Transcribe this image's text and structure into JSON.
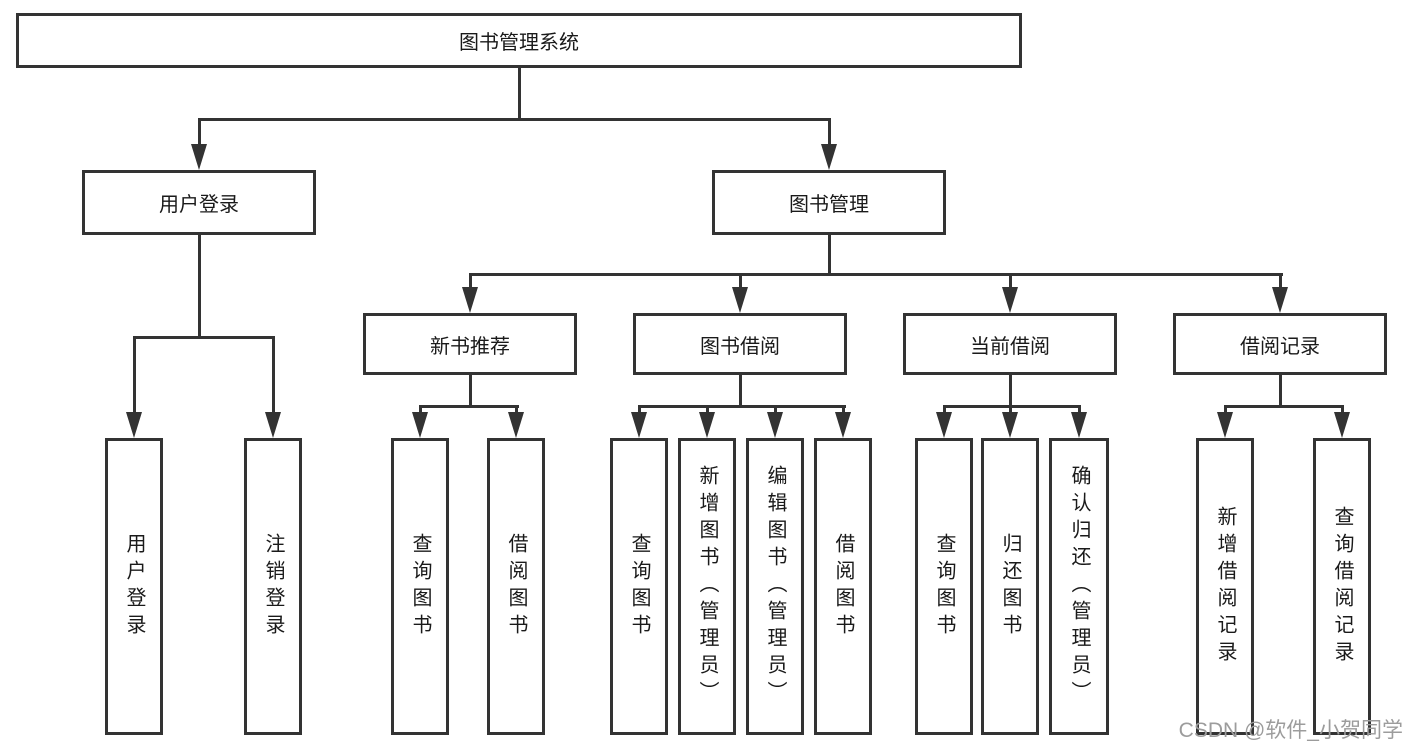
{
  "diagram_title": "图书管理系统",
  "nodes": {
    "root": "图书管理系统",
    "level2": [
      "用户登录",
      "图书管理"
    ],
    "level3": [
      "新书推荐",
      "图书借阅",
      "当前借阅",
      "借阅记录"
    ],
    "leaves": {
      "user": [
        "用户登录",
        "注销登录"
      ],
      "recommend": [
        "查询图书",
        "借阅图书"
      ],
      "borrow": [
        "查询图书",
        "新增图书（管理员）",
        "编辑图书（管理员）",
        "借阅图书"
      ],
      "current": [
        "查询图书",
        "归还图书",
        "确认归还（管理员）"
      ],
      "records": [
        "新增借阅记录",
        "查询借阅记录"
      ]
    }
  },
  "colors": {
    "line": "#333333",
    "text": "#1a1a1a",
    "watermark": "#9c9c9c",
    "background": "#ffffff"
  },
  "watermark": "CSDN @软件_小贺同学"
}
